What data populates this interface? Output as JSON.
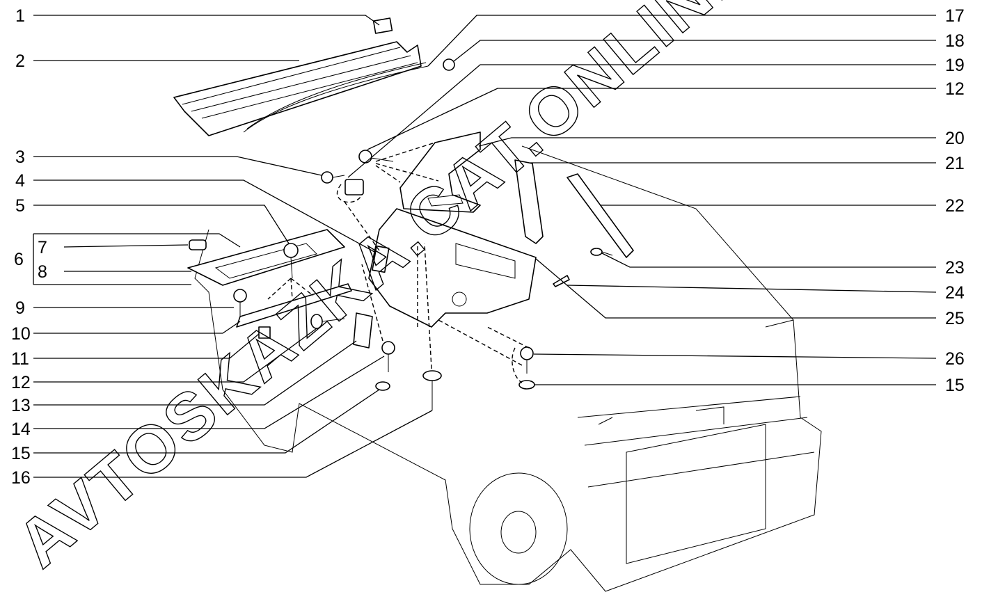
{
  "diagram": {
    "watermark": "AVTOSKAZKA.CAT.ONLINE",
    "left_labels": [
      "1",
      "2",
      "3",
      "4",
      "5",
      "6",
      "7",
      "8",
      "9",
      "10",
      "11",
      "12",
      "13",
      "14",
      "15",
      "16"
    ],
    "right_labels": [
      "17",
      "18",
      "19",
      "12",
      "20",
      "21",
      "22",
      "23",
      "24",
      "25",
      "26",
      "15"
    ]
  }
}
